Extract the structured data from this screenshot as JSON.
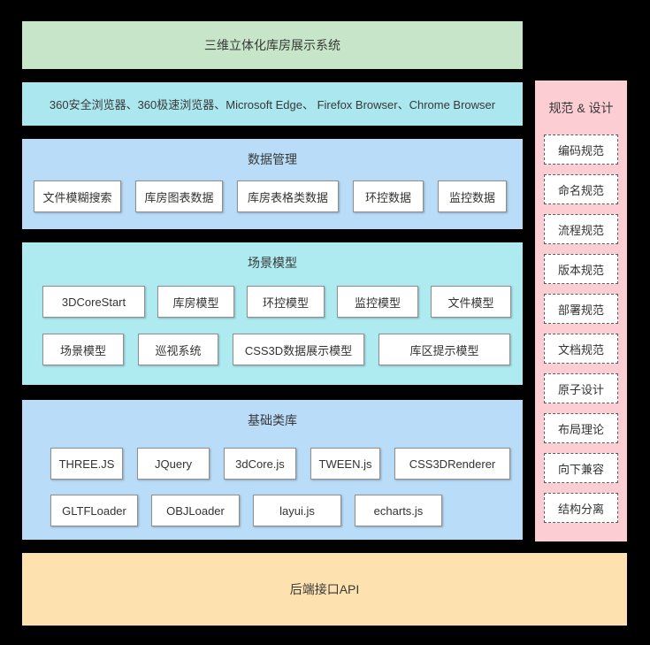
{
  "top_banner": {
    "label": "三维立体化库房展示系统"
  },
  "browsers_banner": {
    "label": "360安全浏览器、360极速浏览器、Microsoft Edge、 Firefox Browser、Chrome Browser"
  },
  "sections": [
    {
      "title": "数据管理",
      "rows": [
        [
          "文件模糊搜索",
          "库房图表数据",
          "库房表格类数据",
          "环控数据",
          "监控数据"
        ]
      ]
    },
    {
      "title": "场景模型",
      "rows": [
        [
          "3DCoreStart",
          "库房模型",
          "环控模型",
          "监控模型",
          "文件模型"
        ],
        [
          "场景模型",
          "巡视系统",
          "CSS3D数据展示模型",
          "库区提示模型"
        ]
      ]
    },
    {
      "title": "基础类库",
      "rows": [
        [
          "THREE.JS",
          "JQuery",
          "3dCore.js",
          "TWEEN.js",
          "CSS3DRenderer"
        ],
        [
          "GLTFLoader",
          "OBJLoader",
          "layui.js",
          "echarts.js"
        ]
      ]
    }
  ],
  "design_panel": {
    "title": "规范 & 设计",
    "items": [
      "编码规范",
      "命名规范",
      "流程规范",
      "版本规范",
      "部署规范",
      "文档规范",
      "原子设计",
      "布局理论",
      "向下兼容",
      "结构分离"
    ]
  },
  "api_banner": {
    "label": "后端接口API"
  },
  "colors": {
    "background": "#000000",
    "top_banner": "#c7e6c9",
    "browsers_banner": "#abe7ee",
    "data_section": "#b9dcf8",
    "scene_section": "#aeebf1",
    "base_section": "#b9dcf8",
    "design_panel": "#fccdd3",
    "api_banner": "#fde1af",
    "box_fill": "#ffffff",
    "box_border": "#8f8f8f",
    "dashed_border": "#5a5a5a",
    "text": "#333333"
  }
}
